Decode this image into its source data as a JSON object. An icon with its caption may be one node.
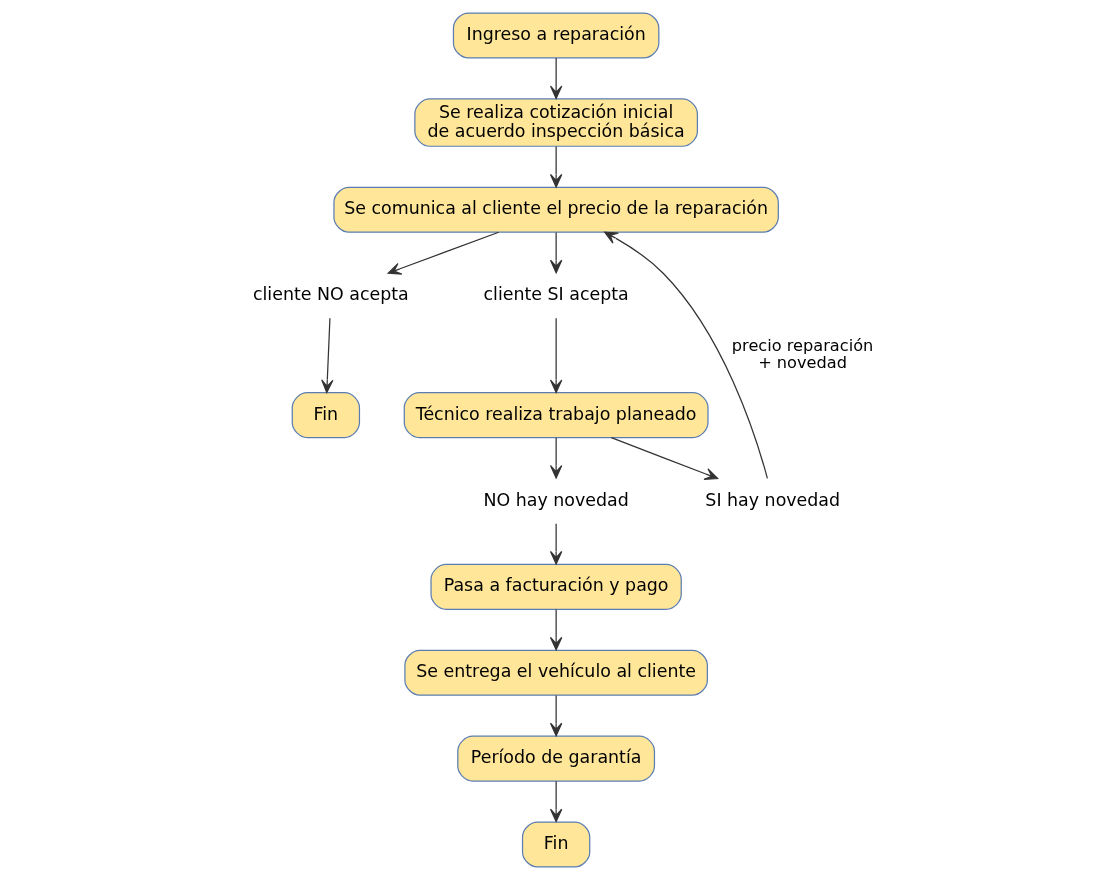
{
  "diagram": {
    "nodes": [
      {
        "text": [
          "Ingreso a reparación"
        ]
      },
      {
        "text": [
          "Se realiza cotización inicial de acuerdo inspección básica"
        ]
      },
      {
        "text": [
          "Se comunica al cliente el precio de la reparación"
        ]
      },
      {
        "text": [
          "cliente NO acepta"
        ]
      },
      {
        "text": [
          "cliente SI acepta"
        ]
      },
      {
        "text": [
          "Fin"
        ]
      },
      {
        "text": [
          "Técnico realiza trabajo planeado"
        ]
      },
      {
        "text": [
          "NO hay novedad"
        ]
      },
      {
        "text": [
          "SI hay novedad"
        ]
      },
      {
        "text": [
          "Pasa a facturación y pago"
        ]
      },
      {
        "text": [
          "Se entrega el vehículo al cliente"
        ]
      },
      {
        "text": [
          "Período de garantía"
        ]
      },
      {
        "text": [
          "Fin"
        ]
      }
    ],
    "edges": [
      {
        "from": 0,
        "to": 1,
        "arrow": "to"
      },
      {
        "from": 1,
        "to": 2,
        "arrow": "to"
      },
      {
        "from": 2,
        "to": 3,
        "arrow": "to"
      },
      {
        "from": 2,
        "to": 4,
        "arrow": "to"
      },
      {
        "from": 3,
        "to": 5,
        "arrow": "to"
      },
      {
        "from": 4,
        "to": 6,
        "arrow": "to"
      },
      {
        "from": 6,
        "to": 7,
        "arrow": "to"
      },
      {
        "from": 7,
        "to": 9,
        "arrow": "to"
      },
      {
        "from": 6,
        "to": 8,
        "arrow": "to"
      },
      {
        "from": 8,
        "to": 2,
        "arrow": "to",
        "label": "precio reparación + novedad"
      },
      {
        "from": 9,
        "to": 10,
        "arrow": "to"
      },
      {
        "from": 10,
        "to": 11,
        "arrow": "to"
      },
      {
        "from": 11,
        "to": 12,
        "arrow": "to"
      }
    ]
  }
}
